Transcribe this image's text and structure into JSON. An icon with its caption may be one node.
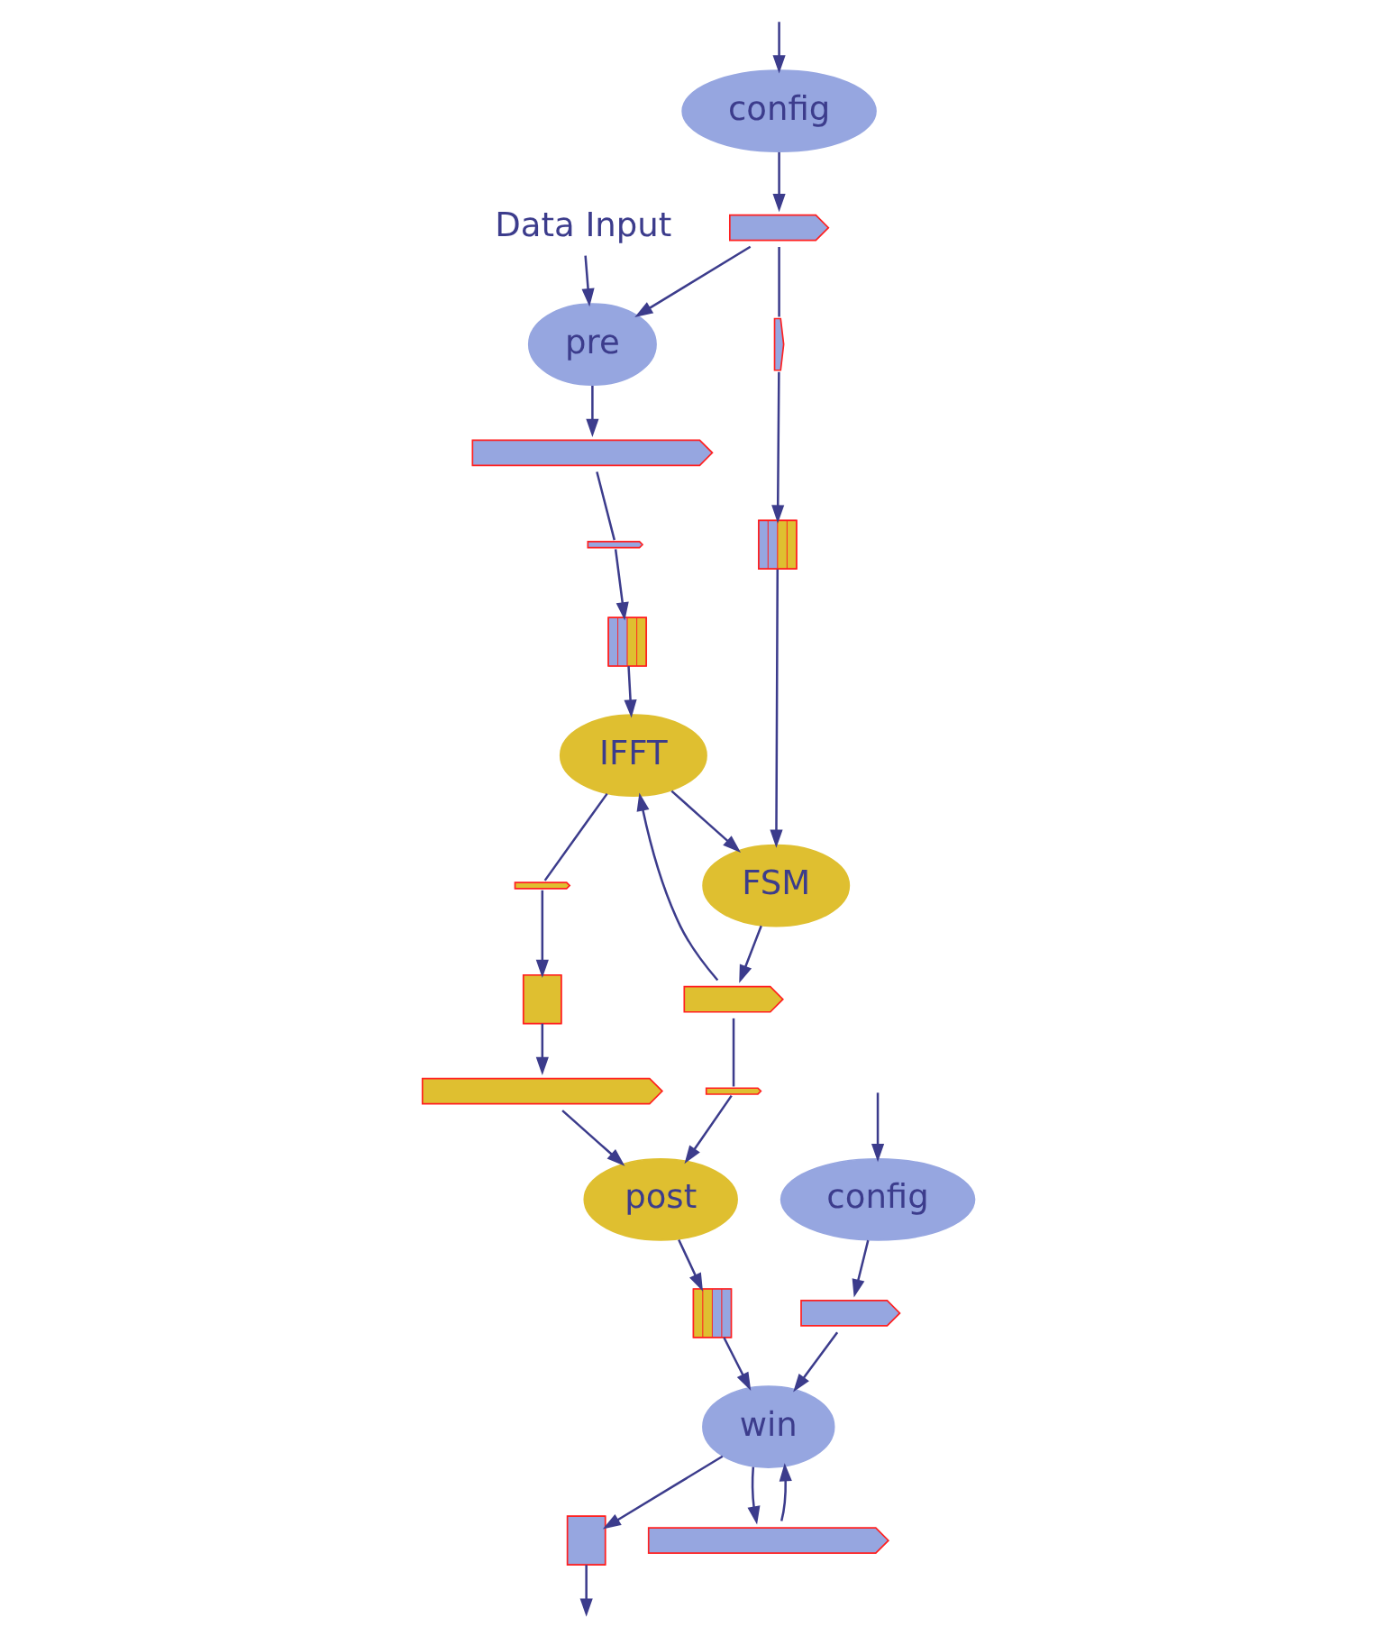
{
  "diagram": {
    "nodes": [
      {
        "text": [
          "Data Input"
        ]
      },
      {
        "text": [
          "pre"
        ]
      },
      {
        "text": [],
        "shape": "bar"
      },
      {
        "text": [],
        "shape": "bar"
      },
      {
        "text": [],
        "shape": "box"
      },
      {
        "text": [],
        "shape": "bar"
      },
      {
        "text": [],
        "shape": "box"
      },
      {
        "text": [
          "FSM"
        ]
      },
      {
        "text": [
          "IFFT"
        ]
      },
      {
        "text": [],
        "shape": "bar"
      },
      {
        "text": [],
        "shape": "bar"
      },
      {
        "text": [],
        "shape": "bar"
      },
      {
        "text": [],
        "shape": "bar"
      },
      {
        "text": [
          "config"
        ]
      },
      {
        "text": [
          "post"
        ]
      },
      {
        "text": [],
        "shape": "box"
      },
      {
        "text": [],
        "shape": "bar"
      },
      {
        "text": [],
        "shape": "box"
      },
      {
        "text": [
          "config"
        ]
      },
      {
        "text": [
          "win"
        ]
      },
      {
        "text": [],
        "shape": "box"
      },
      {
        "text": [],
        "shape": "bar"
      },
      {
        "text": [],
        "shape": "bar"
      }
    ],
    "edges": [
      {
        "from": 0,
        "to": 1,
        "arrow": "to"
      },
      {
        "from": 1,
        "to": 2,
        "arrow": "to"
      },
      {
        "from": 2,
        "to": 3,
        "arrow": "none"
      },
      {
        "from": 3,
        "to": 4,
        "arrow": "to"
      },
      {
        "from": 4,
        "to": 8,
        "arrow": "to"
      },
      {
        "from": 9,
        "to": 1,
        "arrow": "to"
      },
      {
        "from": 9,
        "to": 5,
        "arrow": "none"
      },
      {
        "from": 5,
        "to": 6,
        "arrow": "to"
      },
      {
        "from": 6,
        "to": 7,
        "arrow": "to"
      },
      {
        "from": 8,
        "to": 7,
        "arrow": "to"
      },
      {
        "from": 7,
        "to": 10,
        "arrow": "to"
      },
      {
        "from": 10,
        "to": 8,
        "arrow": "to"
      },
      {
        "from": 10,
        "to": 11,
        "arrow": "none"
      },
      {
        "from": 11,
        "to": 14,
        "arrow": "to"
      },
      {
        "from": 8,
        "to": 12,
        "arrow": "none"
      },
      {
        "from": 12,
        "to": 15,
        "arrow": "to"
      },
      {
        "from": null,
        "to": 13,
        "arrow": "to"
      },
      {
        "from": 13,
        "to": 9,
        "arrow": "to"
      },
      {
        "from": 15,
        "to": 16,
        "arrow": "to"
      },
      {
        "from": 16,
        "to": 14,
        "arrow": "to"
      },
      {
        "from": 14,
        "to": 17,
        "arrow": "to"
      },
      {
        "from": 17,
        "to": 19,
        "arrow": "to"
      },
      {
        "from": null,
        "to": 18,
        "arrow": "to"
      },
      {
        "from": 18,
        "to": 21,
        "arrow": "to"
      },
      {
        "from": 21,
        "to": 19,
        "arrow": "to"
      },
      {
        "from": 19,
        "to": 20,
        "arrow": "to"
      },
      {
        "from": 20,
        "to": null,
        "arrow": "to"
      },
      {
        "from": 19,
        "to": 22,
        "arrow": "to"
      },
      {
        "from": 22,
        "to": 19,
        "arrow": "to"
      }
    ]
  }
}
